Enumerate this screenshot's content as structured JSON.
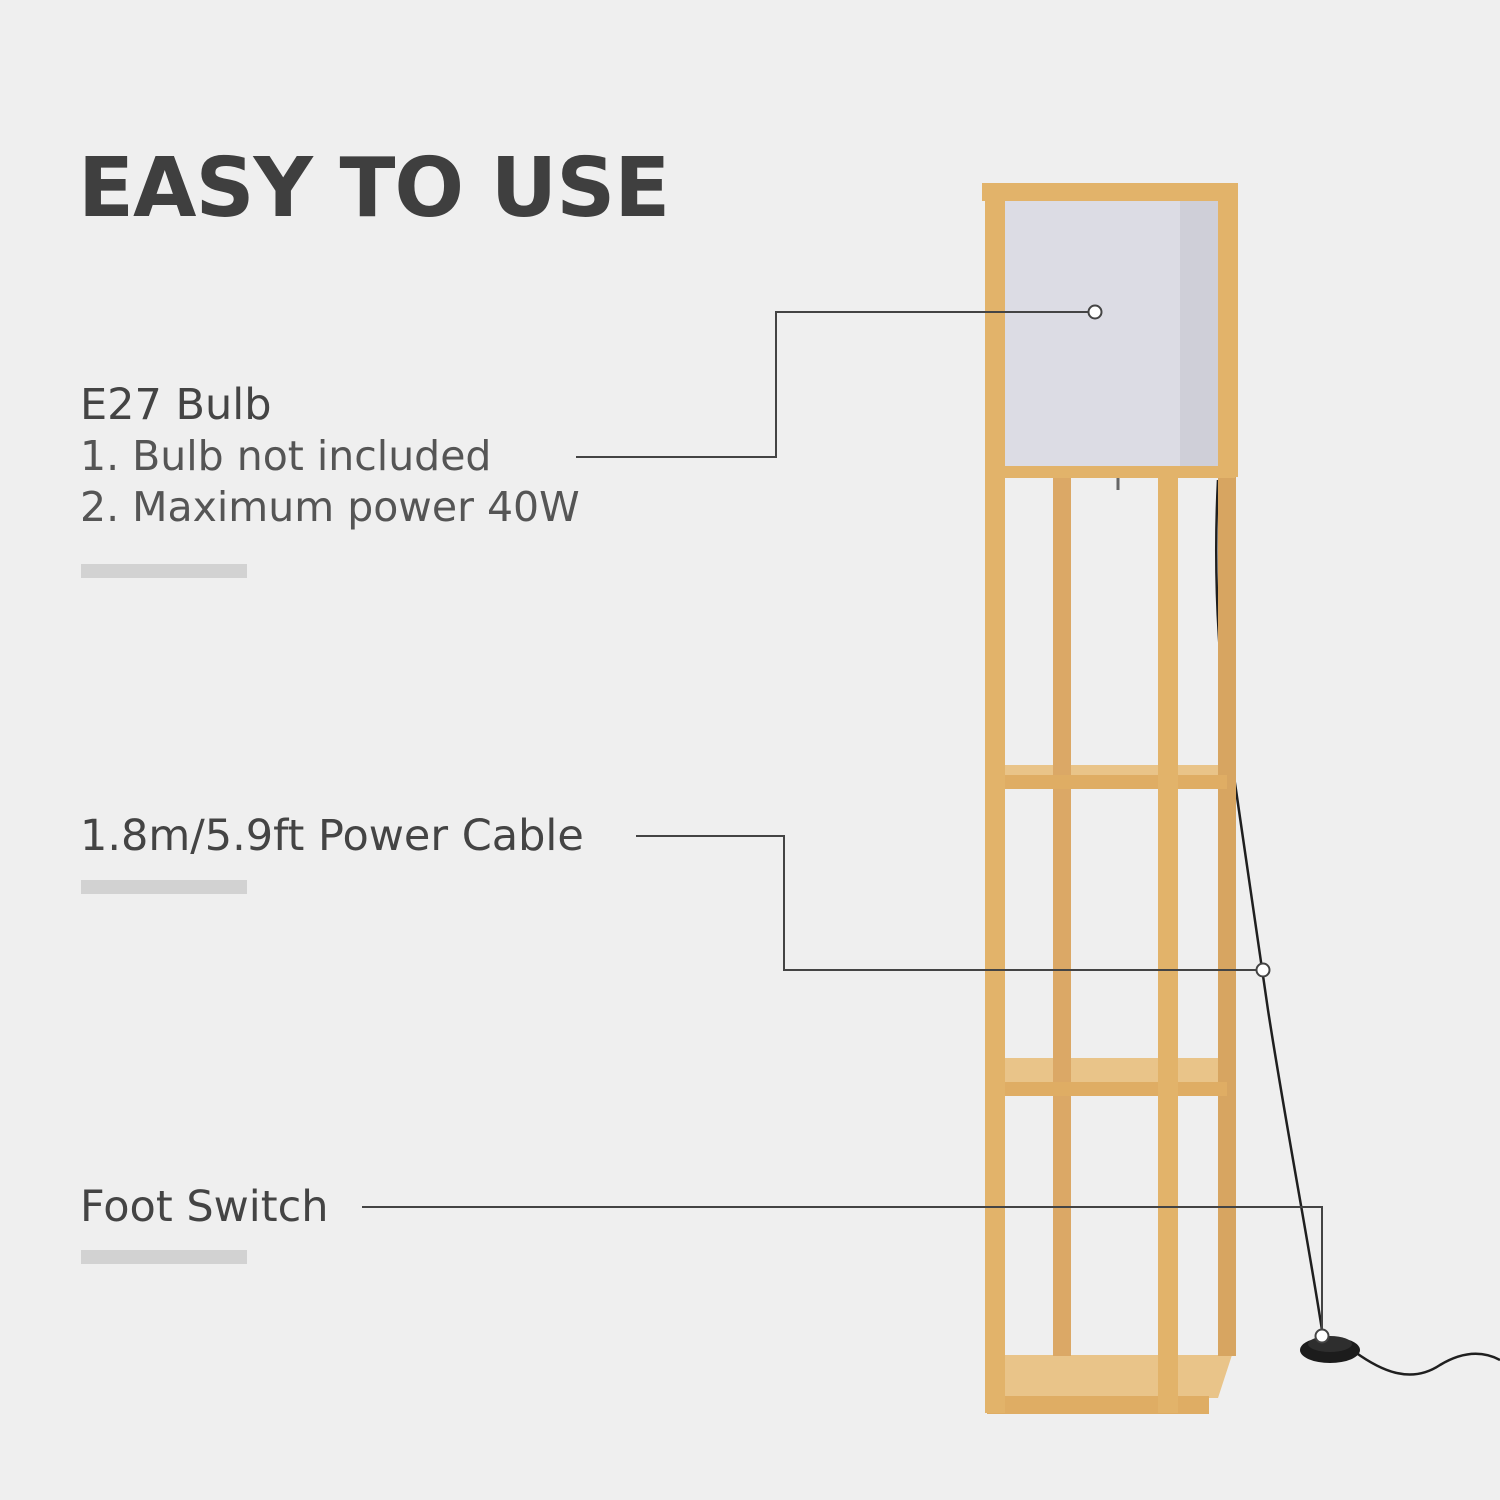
{
  "heading": "EASY TO USE",
  "features": [
    {
      "label": "E27 Bulb",
      "details": [
        "1. Bulb not included",
        "2. Maximum power 40W"
      ]
    },
    {
      "label": "1.8m/5.9ft Power Cable"
    },
    {
      "label": "Foot Switch"
    }
  ],
  "colors": {
    "background": "#efefef",
    "heading": "#3f3f3f",
    "wood": "#e2b36a",
    "shade": "#dcdce4",
    "accent_bar": "#d2d2d2",
    "leader_line": "#444444"
  }
}
